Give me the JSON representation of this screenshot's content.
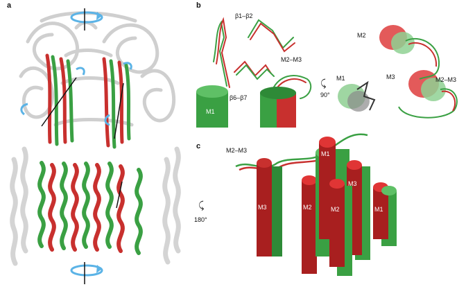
{
  "panels": {
    "a": {
      "label": "a"
    },
    "b": {
      "label": "b",
      "labels": {
        "b1b2": "β1–β2",
        "b6b7": "β6–β7",
        "m2m3": "M2–M3",
        "m1_left": "M1",
        "rotation": "90°",
        "m2_right": "M2",
        "m1_right": "M1",
        "m3_right": "M3",
        "m2m3_right": "M2–M3"
      }
    },
    "c": {
      "label": "c",
      "labels": {
        "m2m3": "M2–M3",
        "rotation": "180°",
        "m3_a": "M3",
        "m2_a": "M2",
        "m1_top": "M1",
        "m3_b": "M3",
        "m2_b": "M2",
        "m1_b": "M1"
      }
    }
  },
  "colors": {
    "red": "#c8302e",
    "dark_red": "#7a1414",
    "green": "#3aa043",
    "dark_green": "#1d6a25",
    "grey": "#d7d7d7",
    "blue_arrow": "#5bb3e6"
  }
}
